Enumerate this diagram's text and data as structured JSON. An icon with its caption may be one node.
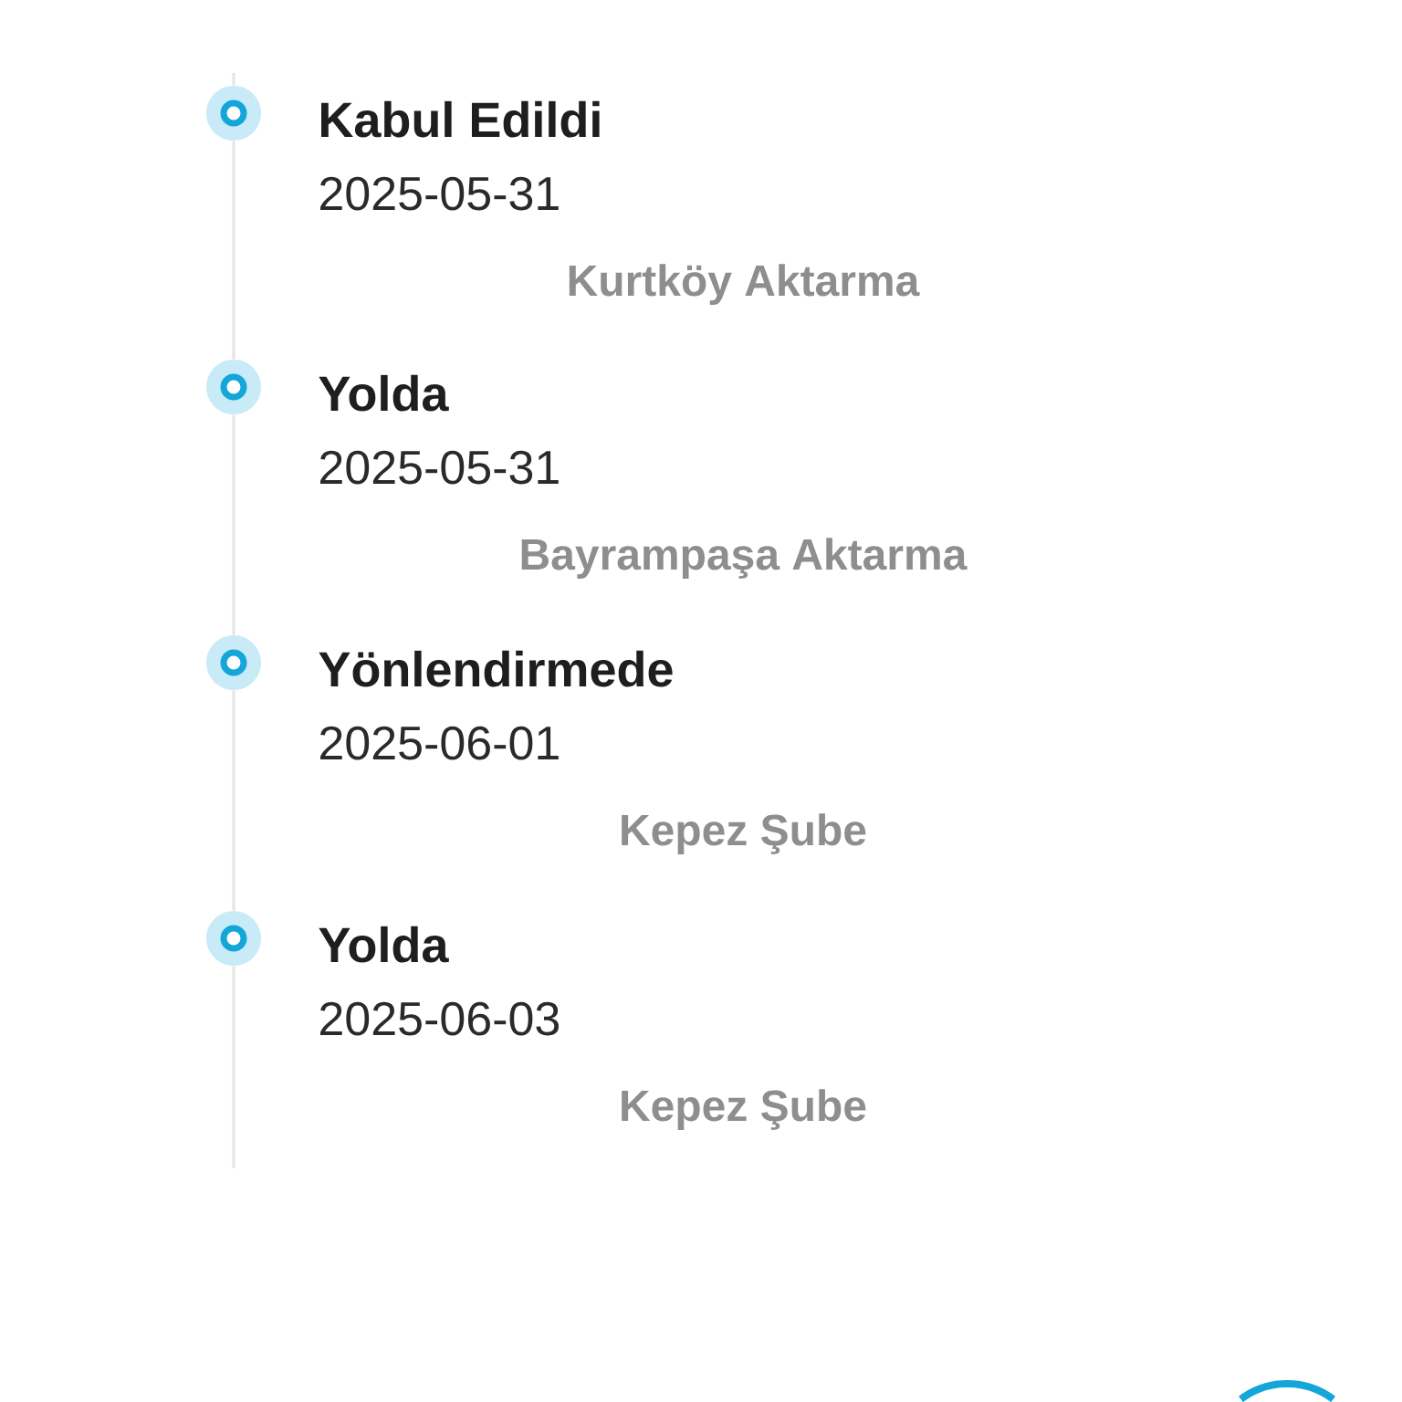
{
  "diagram": {
    "nodes": [
      {
        "text": [],
        "shape": "circle",
        "beside": [
          "Kabul Edildi",
          "2025-05-31",
          "Kurtköy Aktarma"
        ]
      },
      {
        "text": [],
        "shape": "circle",
        "beside": [
          "Yolda",
          "2025-05-31",
          "Bayrampaşa Aktarma"
        ]
      },
      {
        "text": [],
        "shape": "circle",
        "beside": [
          "Yönlendirmede",
          "2025-06-01",
          "Kepez Şube"
        ]
      },
      {
        "text": [],
        "shape": "circle",
        "beside": [
          "Yolda",
          "2025-06-03",
          "Kepez Şube"
        ]
      }
    ],
    "edges": [
      {
        "from": null,
        "to": 0,
        "arrow": "none"
      },
      {
        "from": 0,
        "to": 1,
        "arrow": "none"
      },
      {
        "from": 1,
        "to": 2,
        "arrow": "none"
      },
      {
        "from": 2,
        "to": 3,
        "arrow": "none"
      },
      {
        "from": 3,
        "to": null,
        "arrow": "none"
      }
    ]
  }
}
